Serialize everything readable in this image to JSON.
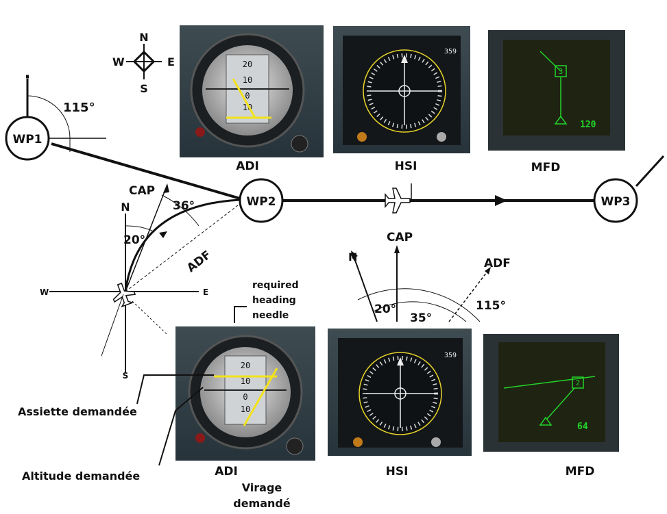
{
  "compass_rose": {
    "n": "N",
    "e": "E",
    "s": "S",
    "w": "W"
  },
  "waypoints": {
    "wp1": "WP1",
    "wp2": "WP2",
    "wp3": "WP3"
  },
  "leg1": {
    "angle": "115°"
  },
  "leg2": {
    "cap": "CAP",
    "north": "N",
    "angle_cap": "20°",
    "angle_adf": "36°",
    "adf": "ADF",
    "west": "W",
    "east": "E",
    "south": "S"
  },
  "leg3": {
    "cap": "CAP",
    "north": "N",
    "adf": "ADF",
    "angle_20": "20°",
    "angle_35": "35°",
    "angle_115": "115°"
  },
  "top_instruments": {
    "adi_label": "ADI",
    "hsi_label": "HSI",
    "mfd_label": "MFD",
    "adi_scale": [
      "20",
      "10",
      "0",
      "10"
    ],
    "hsi_heading": "359",
    "mfd_waypoint": "3",
    "mfd_value": "120"
  },
  "bottom_instruments": {
    "adi_label": "ADI",
    "hsi_label": "HSI",
    "mfd_label": "MFD",
    "adi_scale": [
      "20",
      "10",
      "0",
      "10"
    ],
    "hsi_heading": "359",
    "mfd_waypoint": "2",
    "mfd_value": "64"
  },
  "annotations": {
    "required_heading": [
      "required",
      "heading",
      "needle"
    ],
    "assiette": "Assiette demandée",
    "altitude": "Altitude demandée",
    "virage": [
      "Virage",
      "demandé"
    ]
  },
  "colors": {
    "adi_needle": "#f2e21a",
    "mfd_screen": "#1f2412",
    "mfd_line": "#22d32a",
    "hsi_marking": "#e8d52a"
  }
}
